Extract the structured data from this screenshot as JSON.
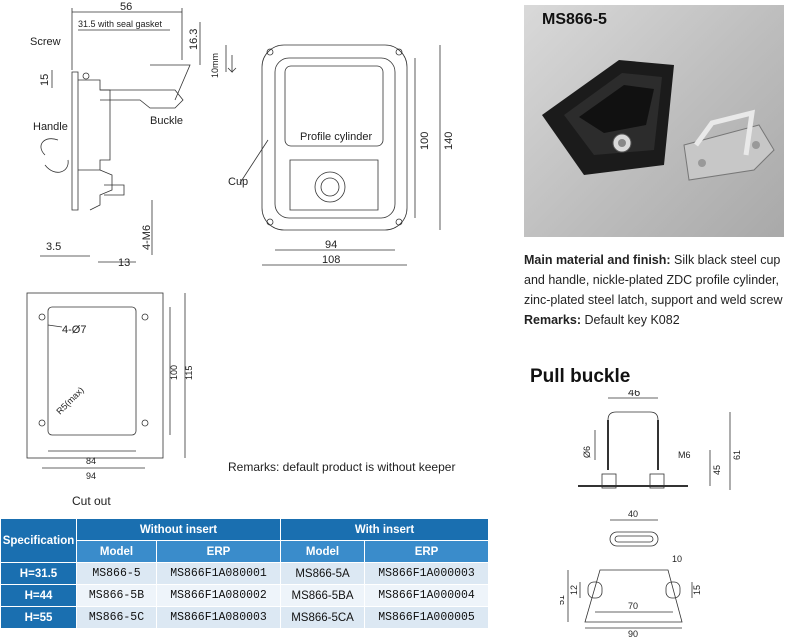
{
  "drawing_top": {
    "dim_56": "56",
    "dim_gasket": "31.5 with seal gasket",
    "dim_16_3": "16.3",
    "dim_10mm": "10mm",
    "dim_15": "15",
    "dim_3_5": "3.5",
    "dim_13": "13",
    "dim_4_m6": "4-M6",
    "label_screw": "Screw",
    "label_buckle": "Buckle",
    "label_handle": "Handle",
    "label_cup": "Cup",
    "label_profile_cylinder": "Profile cylinder",
    "dim_100": "100",
    "dim_140": "140",
    "dim_94": "94",
    "dim_108": "108"
  },
  "cutout": {
    "dim_4_d7": "4-Ø7",
    "dim_r5": "R5(max)",
    "dim_100": "100",
    "dim_115": "115",
    "dim_84": "84",
    "dim_94": "94",
    "label": "Cut out"
  },
  "remark_keeper": "Remarks: default product is without keeper",
  "photo": {
    "title": "MS866-5"
  },
  "description": {
    "material_label": "Main material and finish:",
    "material_text": "Silk black steel cup and handle, nickle-plated ZDC profile cylinder, zinc-plated steel latch, support and weld screw",
    "remarks_label": "Remarks:",
    "remarks_text": "Default key K082"
  },
  "pull_buckle": {
    "title": "Pull buckle",
    "dim_46": "46",
    "dim_d6": "Ø6",
    "dim_m6": "M6",
    "dim_45": "45",
    "dim_61": "61",
    "dim_40": "40",
    "dim_10": "10",
    "dim_51": "51",
    "dim_12": "12",
    "dim_15": "15",
    "dim_70": "70",
    "dim_90": "90"
  },
  "table": {
    "spec_header": "Specification",
    "without_insert": "Without insert",
    "with_insert": "With insert",
    "col_model": "Model",
    "col_erp": "ERP",
    "rows": [
      {
        "spec": "H=31.5",
        "model_a": "MS866-5",
        "erp_a": "MS866F1A080001",
        "model_b": "MS866-5A",
        "erp_b": "MS866F1A000003"
      },
      {
        "spec": "H=44",
        "model_a": "MS866-5B",
        "erp_a": "MS866F1A080002",
        "model_b": "MS866-5BA",
        "erp_b": "MS866F1A000004"
      },
      {
        "spec": "H=55",
        "model_a": "MS866-5C",
        "erp_a": "MS866F1A080003",
        "model_b": "MS866-5CA",
        "erp_b": "MS866F1A000005"
      }
    ]
  }
}
